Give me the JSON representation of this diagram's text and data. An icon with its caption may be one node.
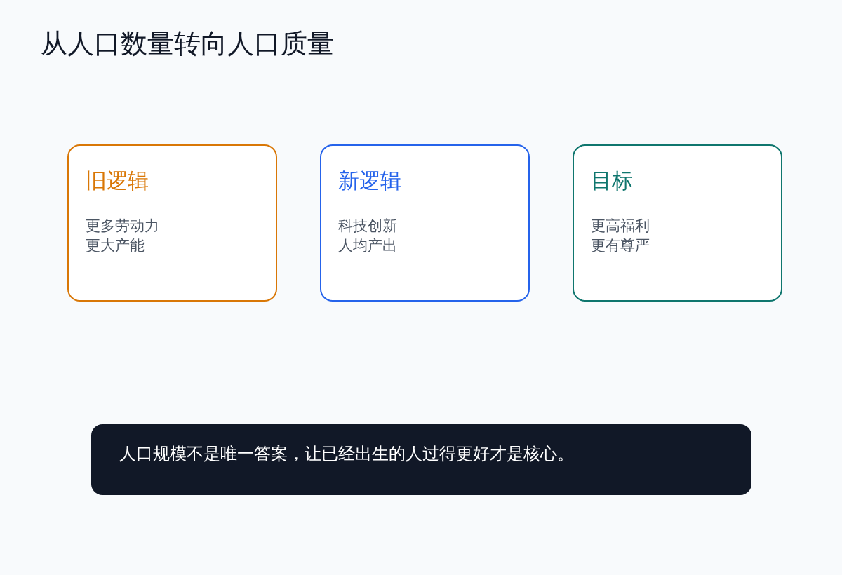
{
  "diagram": {
    "title": "从人口数量转向人口质量",
    "nodes": [
      {
        "text": [
          "旧逻辑",
          "更多劳动力",
          "更大产能"
        ]
      },
      {
        "text": [
          "新逻辑",
          "科技创新",
          "人均产出"
        ]
      },
      {
        "text": [
          "目标",
          "更高福利",
          "更有尊严"
        ]
      },
      {
        "text": [
          "人口规模不是唯一答案，让已经出生的人过得更好才是核心。"
        ]
      }
    ]
  }
}
